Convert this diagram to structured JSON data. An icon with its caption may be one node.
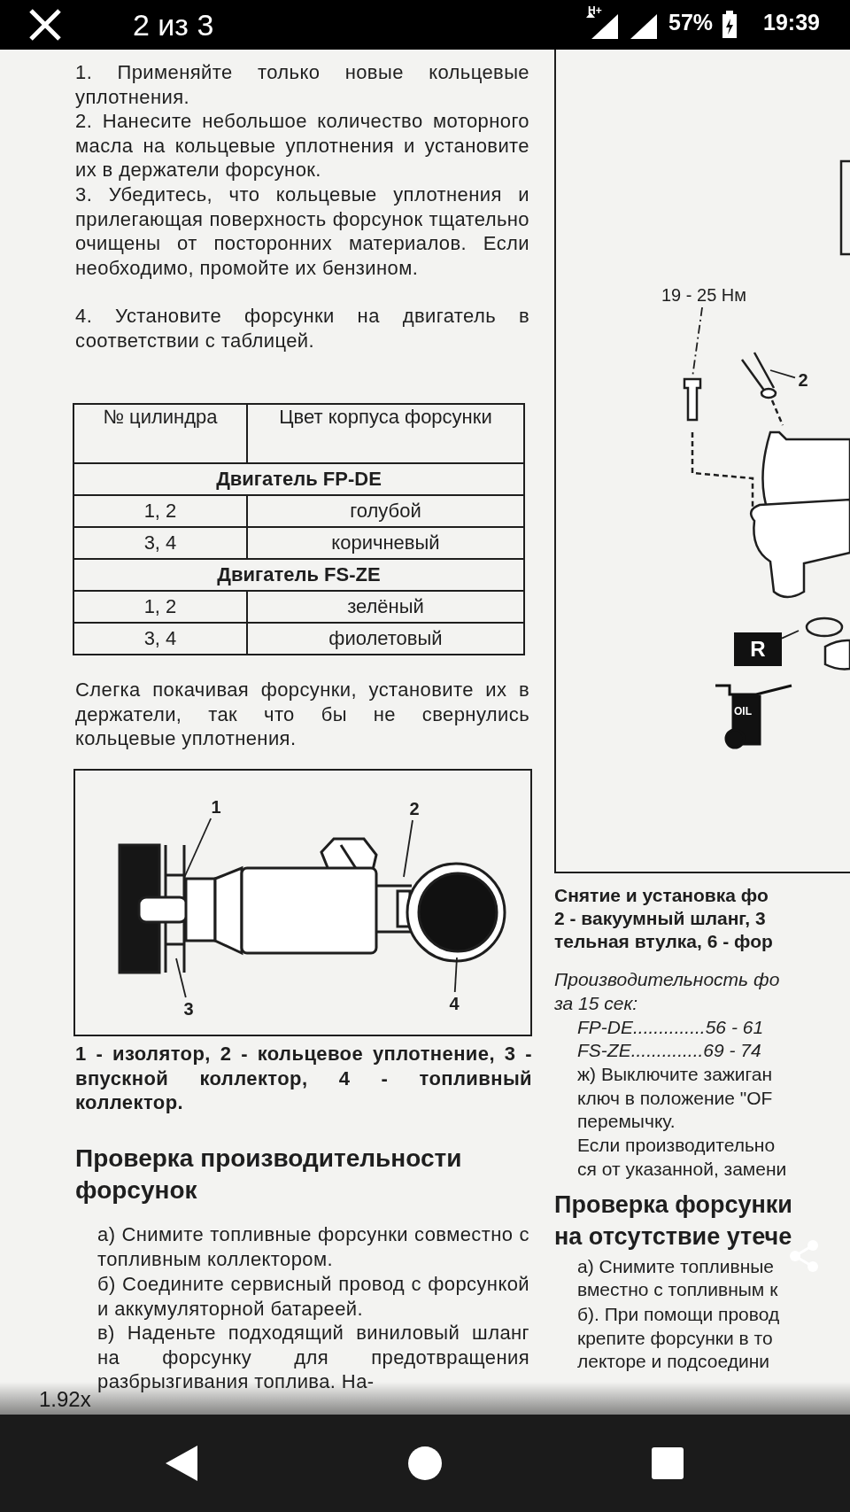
{
  "diagram": {
    "nodes": [
      {
        "text": [],
        "shape": "box"
      },
      {
        "text": [
          "1"
        ],
        "in": 0
      },
      {
        "text": [
          "2"
        ],
        "in": 0
      },
      {
        "text": [
          "3"
        ],
        "in": 0
      },
      {
        "text": [
          "4"
        ],
        "in": 0
      },
      {
        "text": [],
        "shape": "box"
      },
      {
        "text": [
          "19 - 25 Нм"
        ],
        "in": 5
      },
      {
        "text": [
          "2"
        ],
        "in": 5
      },
      {
        "text": [
          "R"
        ],
        "in": 5
      }
    ],
    "edges": [
      {
        "from": 1,
        "to": null,
        "arrow": "none"
      },
      {
        "from": 2,
        "to": null,
        "arrow": "none"
      },
      {
        "from": 3,
        "to": null,
        "arrow": "none"
      },
      {
        "from": 4,
        "to": null,
        "arrow": "none"
      },
      {
        "from": 6,
        "to": null,
        "arrow": "none",
        "style": "dashed"
      },
      {
        "from": 7,
        "to": null,
        "arrow": "none"
      },
      {
        "from": 8,
        "to": null,
        "arrow": "none"
      }
    ],
    "labels": [
      "2 из 3",
      "H+",
      "57%",
      "19:39",
      "1. Применяйте только новые кольцевые уплотнения.",
      "2. Нанесите небольшое количество моторного масла на кольцевые уплотнения и установите их в держатели форсунок.",
      "3. Убедитесь, что кольцевые уплотнения и прилегающая поверхность форсунок тщательно очищены от посторонних материалов. Если необходимо, промойте их бензином.",
      "4. Установите форсунки на двигатель в соответствии с таблицей.",
      "№ цилиндра",
      "Цвет корпуса форсунки",
      "Двигатель FP-DE",
      "1, 2",
      "голубой",
      "3, 4",
      "коричневый",
      "Двигатель FS-ZE",
      "1, 2",
      "зелёный",
      "3, 4",
      "фиолетовый",
      "Слегка покачивая форсунки, установите их в держатели, так что бы не свернулись кольцевые уплотнения.",
      "1 - изолятор, 2 - кольцевое уплотнение, 3 - впускной коллектор, 4 - топливный коллектор.",
      "Проверка производительности форсунок",
      "а) Снимите топливные форсунки совместно с топливным коллектором.",
      "б) Соедините сервисный провод с форсункой и аккумуляторной батареей.",
      "в) Наденьте подходящий виниловый шланг на форсунку для предотвращения разбрызгивания топлива. На-",
      "1.92x",
      "OIL",
      "Снятие и установка фо",
      "2 - вакуумный шланг, 3",
      "тельная втулка, 6 - фор",
      "Производительность фо",
      "за 15 сек:",
      "FP-DE..............56 - 61",
      "FS-ZE..............69 - 74",
      "ж) Выключите зажиган",
      "ключ в положение \"OF",
      "перемычку.",
      "Если производительно",
      "ся от указанной, замени",
      "Проверка форсунки",
      "на отсутствие утече",
      "а) Снимите топливные",
      "вместно с топливным к",
      "б). При помощи провод",
      "крепите форсунки в то",
      "лекторе и подсоедини"
    ]
  }
}
